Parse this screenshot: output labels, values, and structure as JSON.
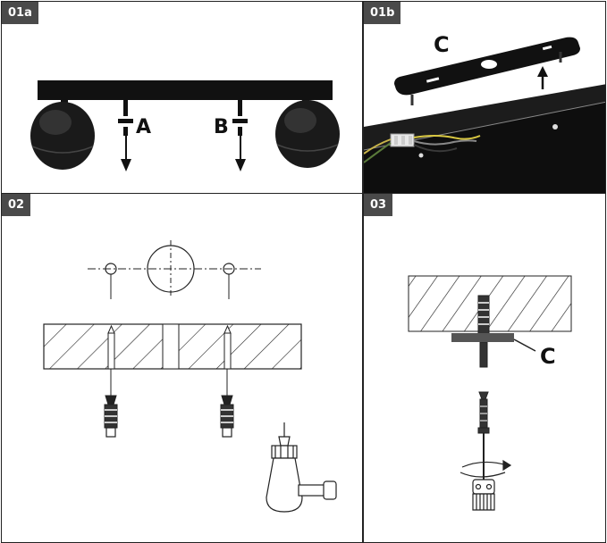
{
  "panels": {
    "p01a": {
      "tag": "01a",
      "label_a": "A",
      "label_b": "B"
    },
    "p01b": {
      "tag": "01b",
      "label_c": "C"
    },
    "p02": {
      "tag": "02"
    },
    "p03": {
      "tag": "03",
      "label_c": "C"
    }
  }
}
